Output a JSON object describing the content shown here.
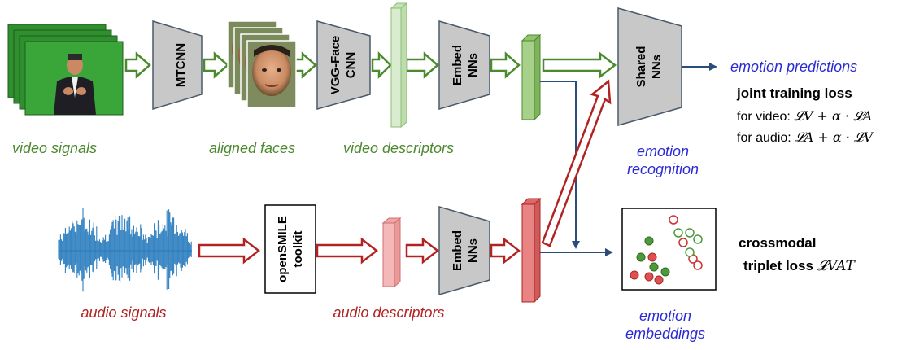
{
  "colors": {
    "green": "#4c8a2e",
    "green_fill": "#a7d08a",
    "light_green": "#d9ecd0",
    "red": "#b22222",
    "red_fill": "#e88484",
    "light_red": "#f4b8b8",
    "blue_text": "#2b2bd6",
    "navy_arrow": "#2a4d7a",
    "trapezoid_fill": "#c8c8c8",
    "trapezoid_stroke": "#4a5a6a",
    "waveform": "#2f7fc0"
  },
  "labels": {
    "video_signals": "video signals",
    "aligned_faces": "aligned faces",
    "video_descriptors": "video descriptors",
    "audio_signals": "audio signals",
    "audio_descriptors": "audio descriptors",
    "emotion_recognition_1": "emotion",
    "emotion_recognition_2": "recognition",
    "emotion_embeddings_1": "emotion",
    "emotion_embeddings_2": "embeddings",
    "emotion_predictions": "emotion predictions"
  },
  "blocks": {
    "mtcnn": "MTCNN",
    "vgg_1": "VGG-Face",
    "vgg_2": "CNN",
    "embed_1": "Embed",
    "embed_2": "NNs",
    "shared_1": "Shared",
    "shared_2": "NNs",
    "opensmile_1": "openSMILE",
    "opensmile_2": "toolkit"
  },
  "loss": {
    "joint_title": "joint training loss",
    "video_prefix": "for video: ",
    "video_formula": "𝓛V + α · 𝓛A",
    "audio_prefix": "for audio: ",
    "audio_formula": "𝓛A + α · 𝓛V",
    "triplet_1": "crossmodal",
    "triplet_2": "triplet loss ",
    "triplet_symbol": "𝓛VAT"
  },
  "icons": {
    "video_frames": "video-frames-icon",
    "face_crops": "aligned-face-stack-icon",
    "waveform": "audio-waveform-icon",
    "embedding_plot": "embedding-scatter-icon"
  }
}
